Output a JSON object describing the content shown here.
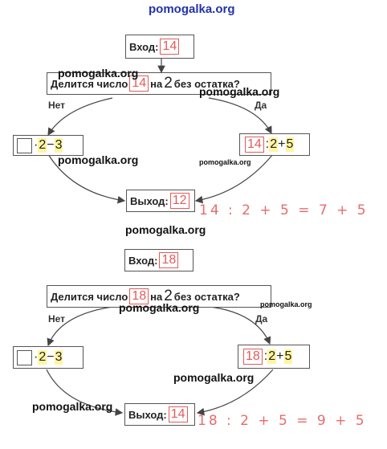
{
  "watermark": "pomogalka.org",
  "input_label": "Вход:",
  "question_prefix": "Делится число",
  "question_mid": "на",
  "divisor": "2",
  "question_suffix": "без остатка?",
  "no_label": "Нет",
  "yes_label": "Да",
  "dot_op": "·",
  "left_mult": "2",
  "minus": "−",
  "left_sub": "3",
  "colon_op": ":",
  "right_div": "2",
  "plus": "+",
  "right_add": "5",
  "output_label": "Выход:",
  "diagrams": [
    {
      "input": "14",
      "output": "12",
      "equation": "14 : 2 + 5 = 7 + 5"
    },
    {
      "input": "18",
      "output": "14",
      "equation": "18 : 2 + 5 = 9 + 5"
    }
  ]
}
